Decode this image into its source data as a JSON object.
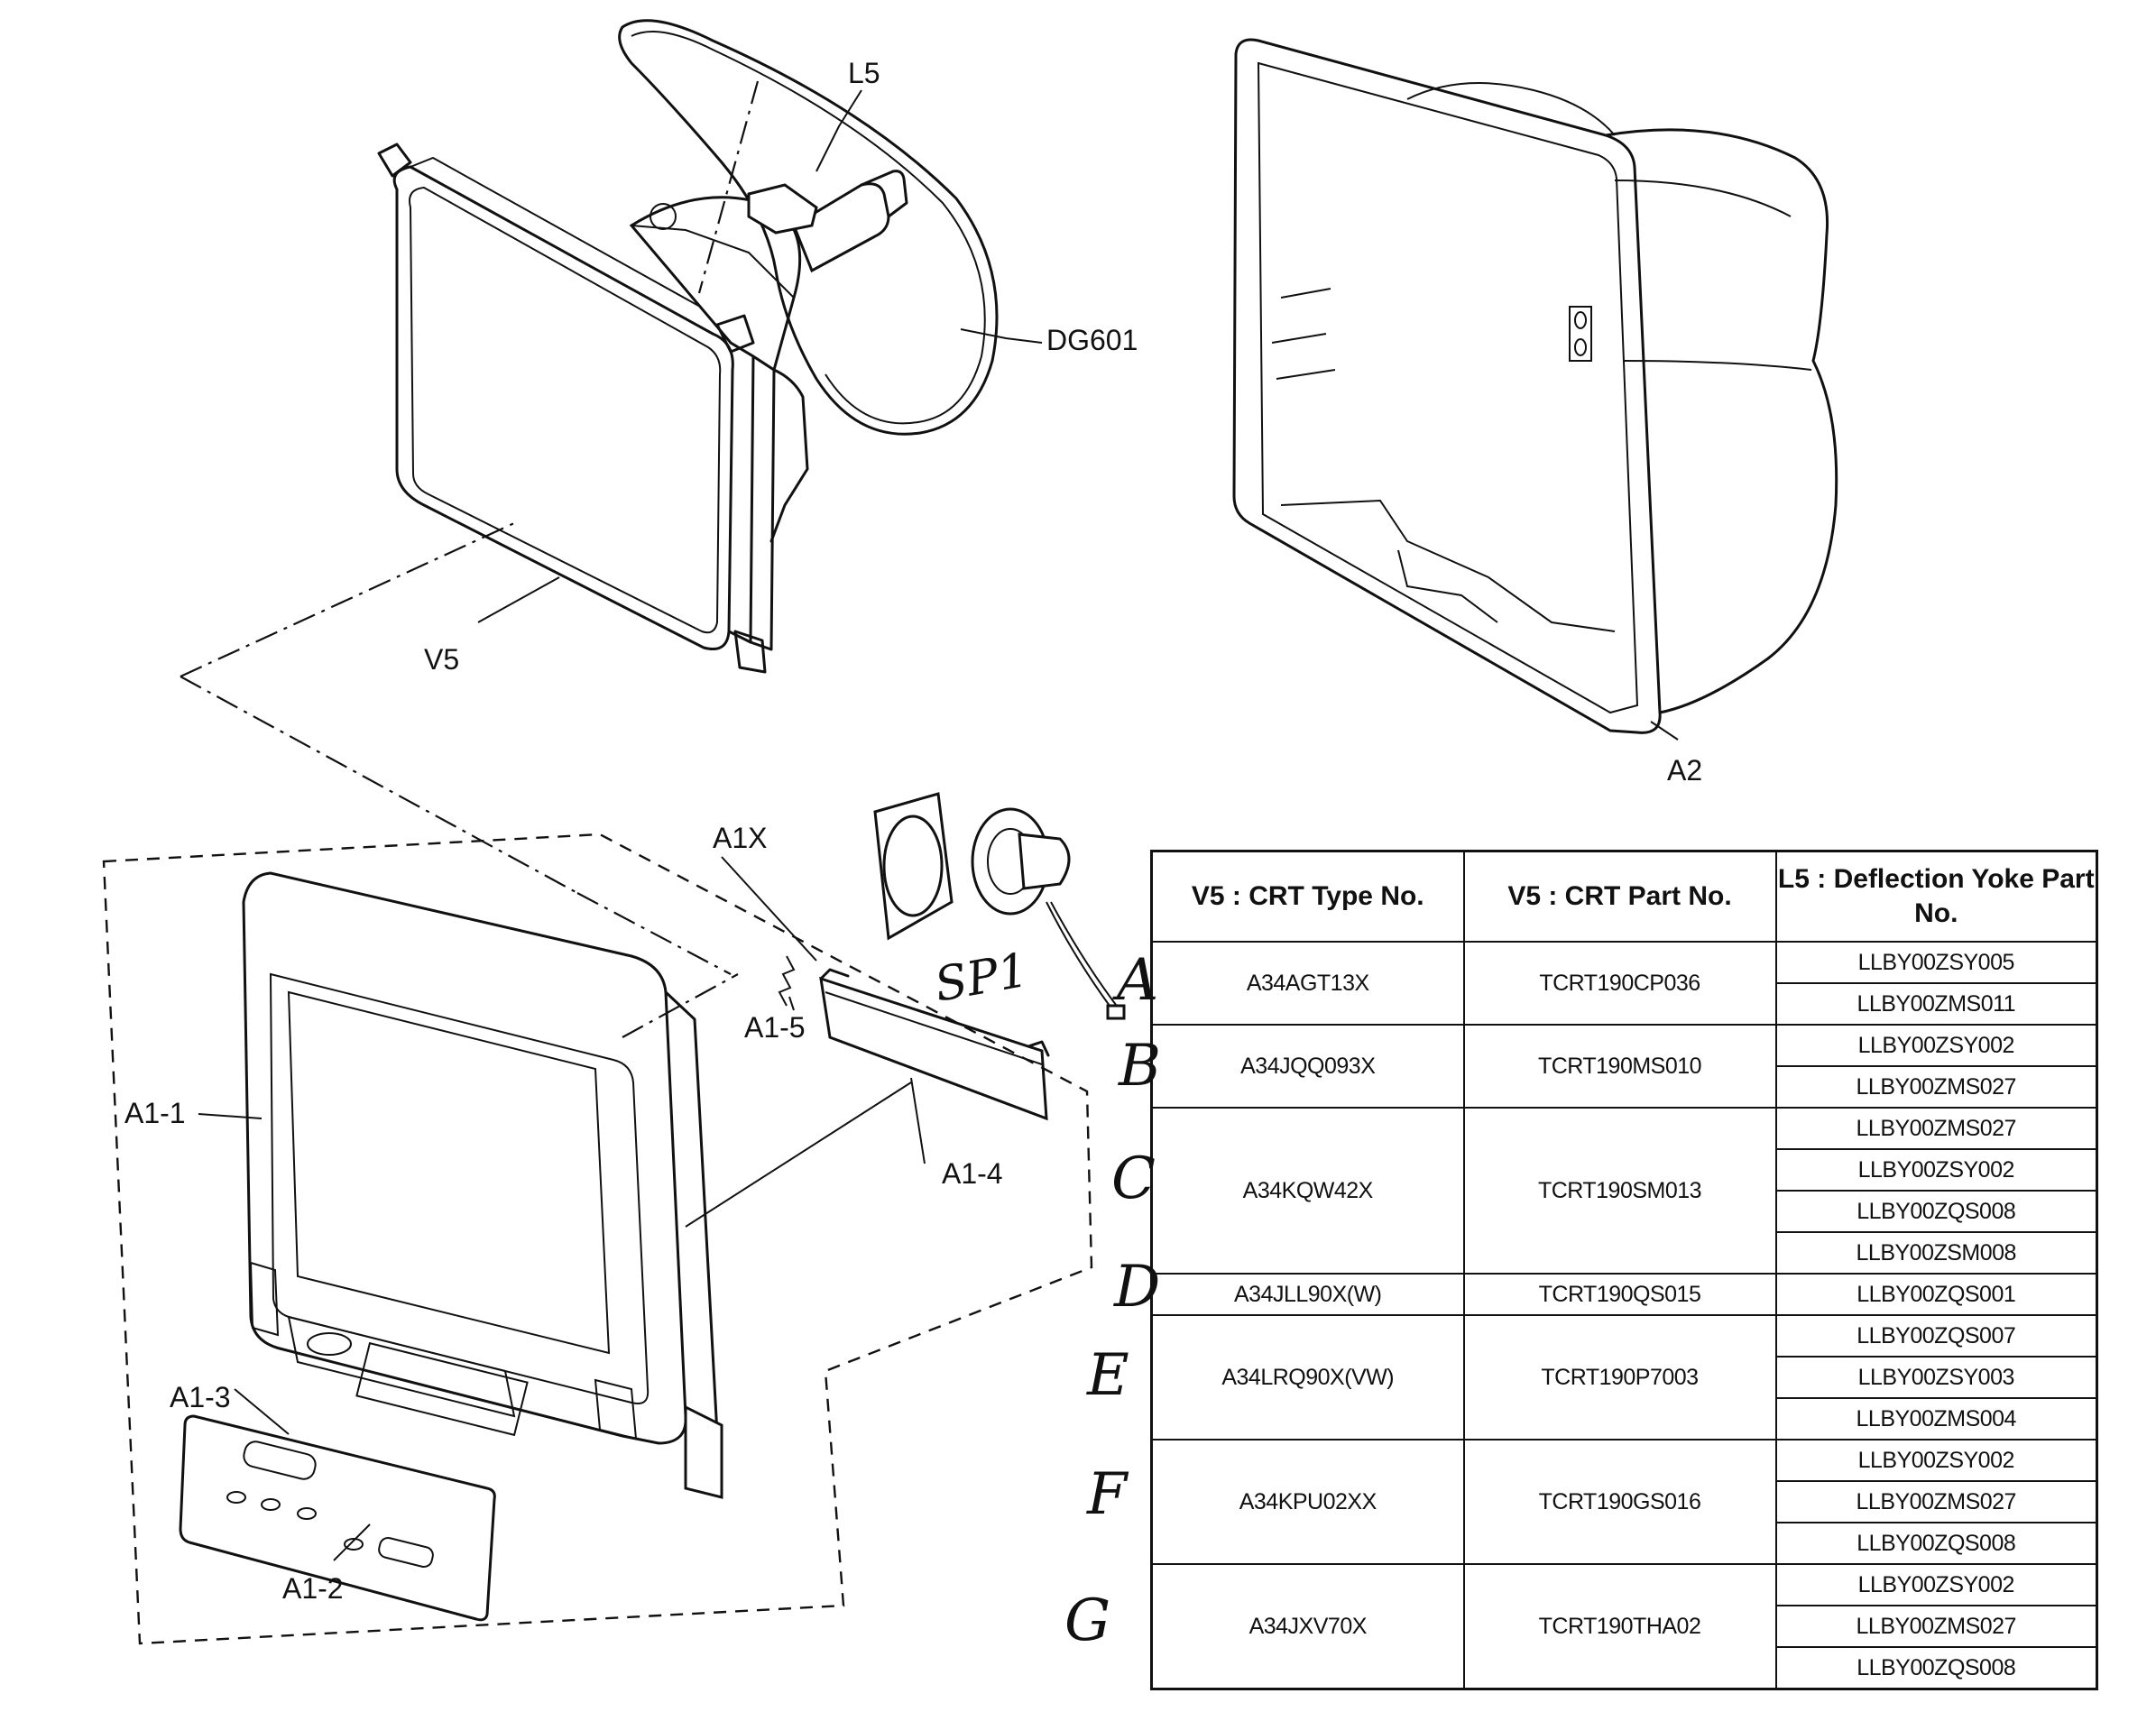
{
  "callouts": {
    "l5": "L5",
    "dg601": "DG601",
    "v5": "V5",
    "a2": "A2",
    "a1x": "A1X",
    "a1_1": "A1-1",
    "a1_2": "A1-2",
    "a1_3": "A1-3",
    "a1_4": "A1-4",
    "a1_5": "A1-5",
    "sp1": "SP1"
  },
  "table": {
    "headers": [
      "V5 : CRT Type No.",
      "V5 : CRT Part No.",
      "L5 : Deflection Yoke Part No."
    ],
    "groups": [
      {
        "letter": "A",
        "crt_type": "A34AGT13X",
        "crt_part": "TCRT190CP036",
        "yokes": [
          "LLBY00ZSY005",
          "LLBY00ZMS011"
        ]
      },
      {
        "letter": "B",
        "crt_type": "A34JQQ093X",
        "crt_part": "TCRT190MS010",
        "yokes": [
          "LLBY00ZSY002",
          "LLBY00ZMS027"
        ]
      },
      {
        "letter": "C",
        "crt_type": "A34KQW42X",
        "crt_part": "TCRT190SM013",
        "yokes": [
          "LLBY00ZMS027",
          "LLBY00ZSY002",
          "LLBY00ZQS008",
          "LLBY00ZSM008"
        ]
      },
      {
        "letter": "D",
        "crt_type": "A34JLL90X(W)",
        "crt_part": "TCRT190QS015",
        "yokes": [
          "LLBY00ZQS001"
        ]
      },
      {
        "letter": "E",
        "crt_type": "A34LRQ90X(VW)",
        "crt_part": "TCRT190P7003",
        "yokes": [
          "LLBY00ZQS007",
          "LLBY00ZSY003",
          "LLBY00ZMS004"
        ]
      },
      {
        "letter": "F",
        "crt_type": "A34KPU02XX",
        "crt_part": "TCRT190GS016",
        "yokes": [
          "LLBY00ZSY002",
          "LLBY00ZMS027",
          "LLBY00ZQS008"
        ]
      },
      {
        "letter": "G",
        "crt_type": "A34JXV70X",
        "crt_part": "TCRT190THA02",
        "yokes": [
          "LLBY00ZSY002",
          "LLBY00ZMS027",
          "LLBY00ZQS008"
        ]
      }
    ]
  }
}
